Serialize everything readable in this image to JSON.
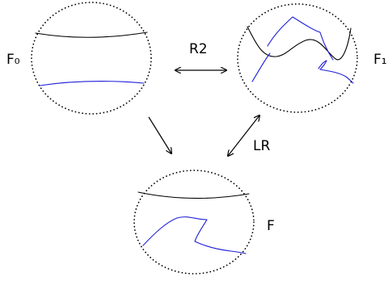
{
  "labels": {
    "f0": "F₀",
    "f1": "F₁",
    "f": "F",
    "move_top": "R2",
    "move_right": "LR"
  },
  "colors": {
    "black_strand": "#000000",
    "blue_strand": "#1f1fd8"
  }
}
